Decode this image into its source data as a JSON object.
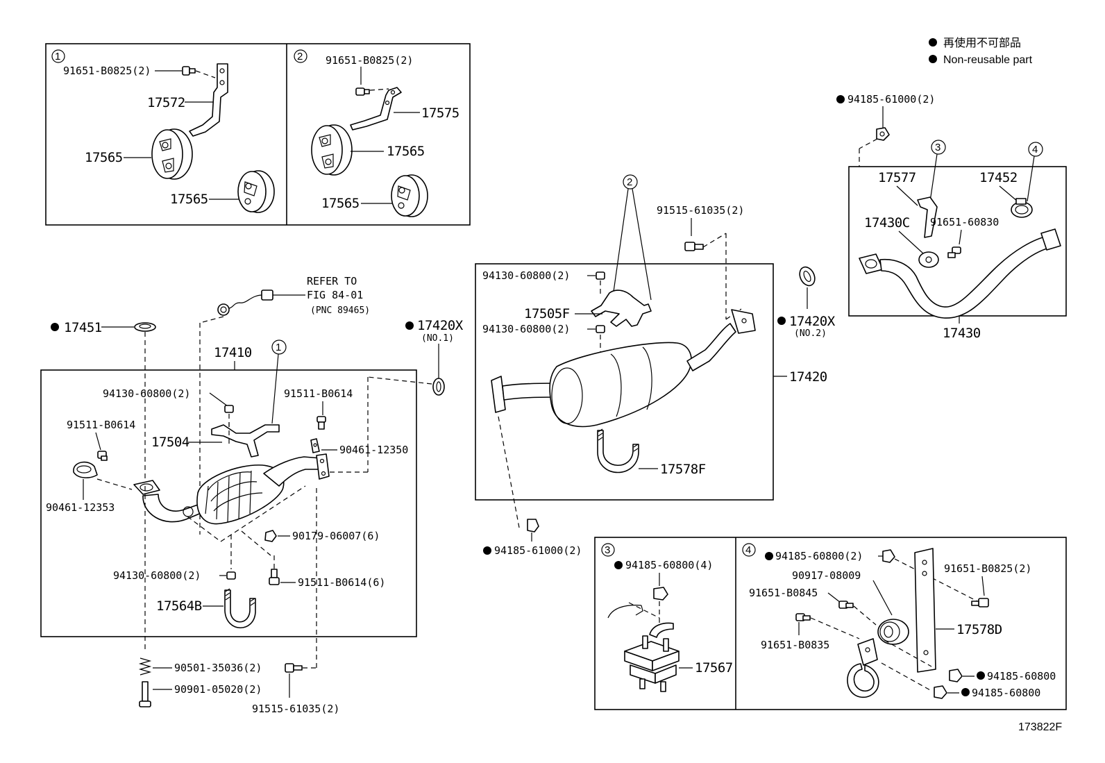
{
  "legend": {
    "line1": "再使用不可部品",
    "line2": "Non-reusable part"
  },
  "figure_id": "173822F",
  "group1": {
    "marker": "1",
    "bolt": "91651-B0825(2)",
    "bracket": "17572",
    "hanger_a": "17565",
    "hanger_b": "17565"
  },
  "group2": {
    "marker": "2",
    "bolt": "91651-B0825(2)",
    "bracket": "17575",
    "hanger_a": "17565",
    "hanger_b": "17565"
  },
  "front_pipe": {
    "ref_line1": "REFER TO",
    "ref_line2": "FIG 84-01",
    "ref_line3": "(PNC 89465)",
    "gasket_17451": "17451",
    "assembly": "17410",
    "marker": "1",
    "nut_94130_top": "94130-60800(2)",
    "bolt_91511_right": "91511-B0614",
    "bolt_91511_left": "91511-B0614",
    "bracket": "17504",
    "clamp_right": "90461-12350",
    "clamp_left": "90461-12353",
    "nut_90179": "90179-06007(6)",
    "nut_94130_bottom": "94130-60800(2)",
    "bolt_91511_six": "91511-B0614(6)",
    "u_bolt": "17564B",
    "spring": "90501-35036(2)",
    "bolt_90901": "90901-05020(2)",
    "bolt_91515": "91515-61035(2)",
    "gasket_no1": "17420X",
    "gasket_no1_sub": "(NO.1)"
  },
  "center_muffler": {
    "bolt_top": "91515-61035(2)",
    "marker": "2",
    "nut_a": "94130-60800(2)",
    "bracket": "17505F",
    "nut_b": "94130-60800(2)",
    "assembly": "17420",
    "u_bolt": "17578F",
    "nut_bottom": "94185-61000(2)",
    "gasket_no2": "17420X",
    "gasket_no2_sub": "(NO.2)"
  },
  "tail_pipe": {
    "nut_top": "94185-61000(2)",
    "marker3": "3",
    "marker4": "4",
    "bracket": "17577",
    "clamp": "17452",
    "cushion": "17430C",
    "bolt": "91651-60830",
    "assembly": "17430"
  },
  "group3": {
    "marker": "3",
    "nut": "94185-60800(4)",
    "mount": "17567"
  },
  "group4": {
    "marker": "4",
    "nut_top": "94185-60800(2)",
    "damper": "90917-08009",
    "bolt_a": "91651-B0825(2)",
    "bolt_b": "91651-B0845",
    "bolt_c": "91651-B0835",
    "bracket": "17578D",
    "nut_r1": "94185-60800",
    "nut_r2": "94185-60800"
  }
}
